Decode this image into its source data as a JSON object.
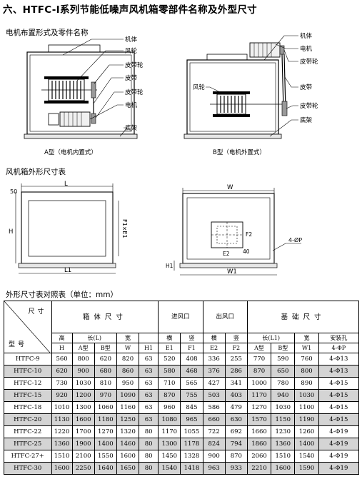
{
  "title": "六、HTFC-Ⅰ系列节能低噪声风机箱零部件名称及外型尺寸",
  "section1": {
    "heading": "电机布置形式及零件名称",
    "fig_a": {
      "caption": "A型（电机内置式）",
      "labels": [
        "机体",
        "风轮",
        "皮带轮",
        "皮带",
        "皮带轮",
        "电机",
        "底架"
      ]
    },
    "fig_b": {
      "caption": "B型（电机外置式）",
      "labels": [
        "机体",
        "电机",
        "皮带轮",
        "风轮",
        "皮带",
        "皮带轮",
        "底架"
      ]
    }
  },
  "section2": {
    "heading": "风机箱外形尺寸表",
    "dims_left": {
      "L": "L",
      "d50": "50",
      "H": "H",
      "F1E1": "F1×E1",
      "L1": "L1",
      "H1": "H1"
    },
    "dims_right": {
      "W": "W",
      "F2": "F2",
      "E2": "E2",
      "d40": "40",
      "hole": "4-ØP",
      "W1": "W1"
    }
  },
  "section3": {
    "heading": "外形尺寸表对照表（单位：mm）",
    "header": {
      "corner_top": "尺寸",
      "corner_bottom": "型号",
      "g_box": "箱体尺寸",
      "g_in": "进风口",
      "g_out": "出风口",
      "g_base": "基础尺寸",
      "gao": "高",
      "chang": "长(L)",
      "kuan": "宽",
      "heng": "横",
      "shu": "竖",
      "chang1": "长(L1)",
      "kuan2": "宽",
      "anzhuang": "安装孔",
      "c_H": "H",
      "c_A": "A型",
      "c_B": "B型",
      "c_W": "W",
      "c_H1": "H1",
      "c_E1": "E1",
      "c_F1": "F1",
      "c_E2": "E2",
      "c_F2": "F2",
      "c_A2": "A型",
      "c_B2": "B型",
      "c_W1": "W1",
      "c_P": "4-ΦP"
    },
    "rows": [
      [
        "HTFC-9",
        "560",
        "800",
        "620",
        "820",
        "63",
        "520",
        "408",
        "336",
        "255",
        "770",
        "590",
        "760",
        "4-Φ13"
      ],
      [
        "HTFC-10",
        "620",
        "900",
        "680",
        "860",
        "63",
        "580",
        "468",
        "376",
        "286",
        "870",
        "650",
        "800",
        "4-Φ13"
      ],
      [
        "HTFC-12",
        "730",
        "1030",
        "810",
        "950",
        "63",
        "710",
        "565",
        "427",
        "341",
        "1000",
        "780",
        "890",
        "4-Φ15"
      ],
      [
        "HTFC-15",
        "920",
        "1200",
        "970",
        "1090",
        "63",
        "870",
        "755",
        "503",
        "403",
        "1170",
        "940",
        "1030",
        "4-Φ15"
      ],
      [
        "HTFC-18",
        "1010",
        "1300",
        "1060",
        "1160",
        "63",
        "960",
        "845",
        "586",
        "479",
        "1270",
        "1030",
        "1100",
        "4-Φ15"
      ],
      [
        "HTFC-20",
        "1130",
        "1600",
        "1180",
        "1250",
        "63",
        "1080",
        "965",
        "660",
        "630",
        "1570",
        "1150",
        "1190",
        "4-Φ15"
      ],
      [
        "HTFC-22",
        "1220",
        "1700",
        "1270",
        "1320",
        "80",
        "1170",
        "1055",
        "722",
        "692",
        "1660",
        "1230",
        "1260",
        "4-Φ19"
      ],
      [
        "HTFC-25",
        "1360",
        "1900",
        "1400",
        "1460",
        "80",
        "1300",
        "1178",
        "824",
        "794",
        "1860",
        "1360",
        "1400",
        "4-Φ19"
      ],
      [
        "HTFC-27+",
        "1510",
        "2100",
        "1550",
        "1600",
        "80",
        "1450",
        "1328",
        "900",
        "870",
        "2060",
        "1510",
        "1540",
        "4-Φ19"
      ],
      [
        "HTFC-30",
        "1600",
        "2250",
        "1640",
        "1650",
        "80",
        "1540",
        "1418",
        "963",
        "933",
        "2210",
        "1600",
        "1590",
        "4-Φ19"
      ]
    ]
  }
}
